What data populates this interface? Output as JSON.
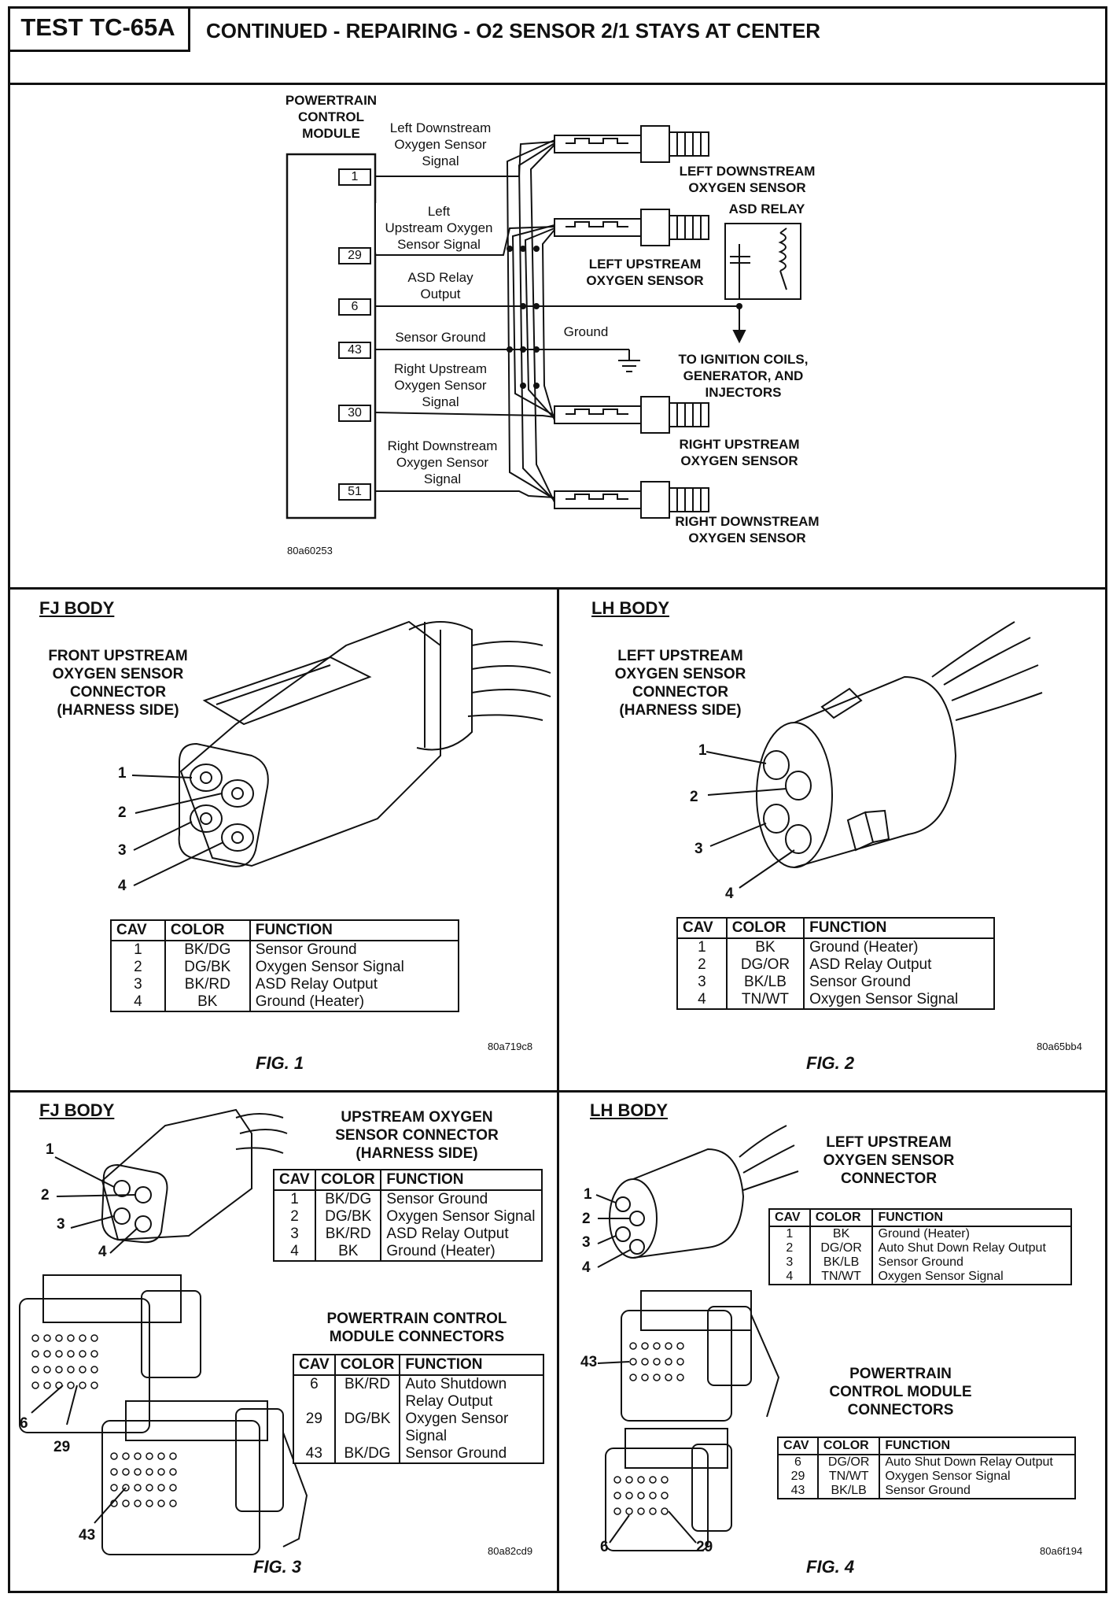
{
  "header": {
    "test_id": "TEST TC-65A",
    "title": "CONTINUED - REPAIRING - O2 SENSOR 2/1 STAYS AT CENTER"
  },
  "schematic": {
    "pcm_label": [
      "POWERTRAIN",
      "CONTROL",
      "MODULE"
    ],
    "pins": [
      "1",
      "29",
      "6",
      "43",
      "30",
      "51"
    ],
    "wire_labels": {
      "left_downstream": [
        "Left Downstream",
        "Oxygen Sensor",
        "Signal"
      ],
      "left_upstream": [
        "Left",
        "Upstream Oxygen",
        "Sensor Signal"
      ],
      "asd": [
        "ASD Relay",
        "Output"
      ],
      "ground": "Sensor Ground",
      "right_upstream": [
        "Right Upstream",
        "Oxygen Sensor",
        "Signal"
      ],
      "right_downstream": [
        "Right Downstream",
        "Oxygen Sensor",
        "Signal"
      ]
    },
    "ground_label": "Ground",
    "components": {
      "left_downstream": [
        "LEFT DOWNSTREAM",
        "OXYGEN SENSOR"
      ],
      "asd_relay": "ASD RELAY",
      "left_upstream": [
        "LEFT UPSTREAM",
        "OXYGEN SENSOR"
      ],
      "ignition": [
        "TO IGNITION COILS,",
        "GENERATOR, AND",
        "INJECTORS"
      ],
      "right_upstream": [
        "RIGHT UPSTREAM",
        "OXYGEN SENSOR"
      ],
      "right_downstream": [
        "RIGHT DOWNSTREAM",
        "OXYGEN SENSOR"
      ]
    },
    "code": "80a60253"
  },
  "fig1": {
    "section": "FJ BODY",
    "caption": [
      "FRONT UPSTREAM",
      "OXYGEN SENSOR",
      "CONNECTOR",
      "(HARNESS SIDE)"
    ],
    "pins": [
      "1",
      "2",
      "3",
      "4"
    ],
    "table": {
      "headers": [
        "CAV",
        "COLOR",
        "FUNCTION"
      ],
      "rows": [
        [
          "1",
          "BK/DG",
          "Sensor Ground"
        ],
        [
          "2",
          "DG/BK",
          "Oxygen Sensor Signal"
        ],
        [
          "3",
          "BK/RD",
          "ASD Relay Output"
        ],
        [
          "4",
          "BK",
          "Ground (Heater)"
        ]
      ]
    },
    "code": "80a719c8",
    "fig": "FIG. 1"
  },
  "fig2": {
    "section": "LH BODY",
    "caption": [
      "LEFT UPSTREAM",
      "OXYGEN SENSOR",
      "CONNECTOR",
      "(HARNESS SIDE)"
    ],
    "pins": [
      "1",
      "2",
      "3",
      "4"
    ],
    "table": {
      "headers": [
        "CAV",
        "COLOR",
        "FUNCTION"
      ],
      "rows": [
        [
          "1",
          "BK",
          "Ground (Heater)"
        ],
        [
          "2",
          "DG/OR",
          "ASD Relay Output"
        ],
        [
          "3",
          "BK/LB",
          "Sensor Ground"
        ],
        [
          "4",
          "TN/WT",
          "Oxygen Sensor Signal"
        ]
      ]
    },
    "code": "80a65bb4",
    "fig": "FIG. 2"
  },
  "fig3": {
    "section": "FJ BODY",
    "caption1": [
      "UPSTREAM OXYGEN",
      "SENSOR CONNECTOR",
      "(HARNESS SIDE)"
    ],
    "pins": [
      "1",
      "2",
      "3",
      "4"
    ],
    "table1": {
      "headers": [
        "CAV",
        "COLOR",
        "FUNCTION"
      ],
      "rows": [
        [
          "1",
          "BK/DG",
          "Sensor Ground"
        ],
        [
          "2",
          "DG/BK",
          "Oxygen Sensor Signal"
        ],
        [
          "3",
          "BK/RD",
          "ASD Relay Output"
        ],
        [
          "4",
          "BK",
          "Ground (Heater)"
        ]
      ]
    },
    "caption2": [
      "POWERTRAIN CONTROL",
      "MODULE CONNECTORS"
    ],
    "table2": {
      "headers": [
        "CAV",
        "COLOR",
        "FUNCTION"
      ],
      "rows": [
        [
          "6",
          "BK/RD",
          "Auto Shutdown Relay Output"
        ],
        [
          "29",
          "DG/BK",
          "Oxygen Sensor Signal"
        ],
        [
          "43",
          "BK/DG",
          "Sensor Ground"
        ]
      ]
    },
    "pcm_pins": [
      "6",
      "29",
      "43"
    ],
    "code": "80a82cd9",
    "fig": "FIG. 3"
  },
  "fig4": {
    "section": "LH BODY",
    "caption1": [
      "LEFT UPSTREAM",
      "OXYGEN SENSOR",
      "CONNECTOR"
    ],
    "pins": [
      "1",
      "2",
      "3",
      "4"
    ],
    "table1": {
      "headers": [
        "CAV",
        "COLOR",
        "FUNCTION"
      ],
      "rows": [
        [
          "1",
          "BK",
          "Ground (Heater)"
        ],
        [
          "2",
          "DG/OR",
          "Auto Shut Down Relay Output"
        ],
        [
          "3",
          "BK/LB",
          "Sensor Ground"
        ],
        [
          "4",
          "TN/WT",
          "Oxygen Sensor Signal"
        ]
      ]
    },
    "caption2": [
      "POWERTRAIN",
      "CONTROL MODULE",
      "CONNECTORS"
    ],
    "table2": {
      "headers": [
        "CAV",
        "COLOR",
        "FUNCTION"
      ],
      "rows": [
        [
          "6",
          "DG/OR",
          "Auto Shut Down Relay Output"
        ],
        [
          "29",
          "TN/WT",
          "Oxygen Sensor Signal"
        ],
        [
          "43",
          "BK/LB",
          "Sensor Ground"
        ]
      ]
    },
    "pcm_pins": [
      "43",
      "6",
      "29"
    ],
    "code": "80a6f194",
    "fig": "FIG. 4"
  }
}
